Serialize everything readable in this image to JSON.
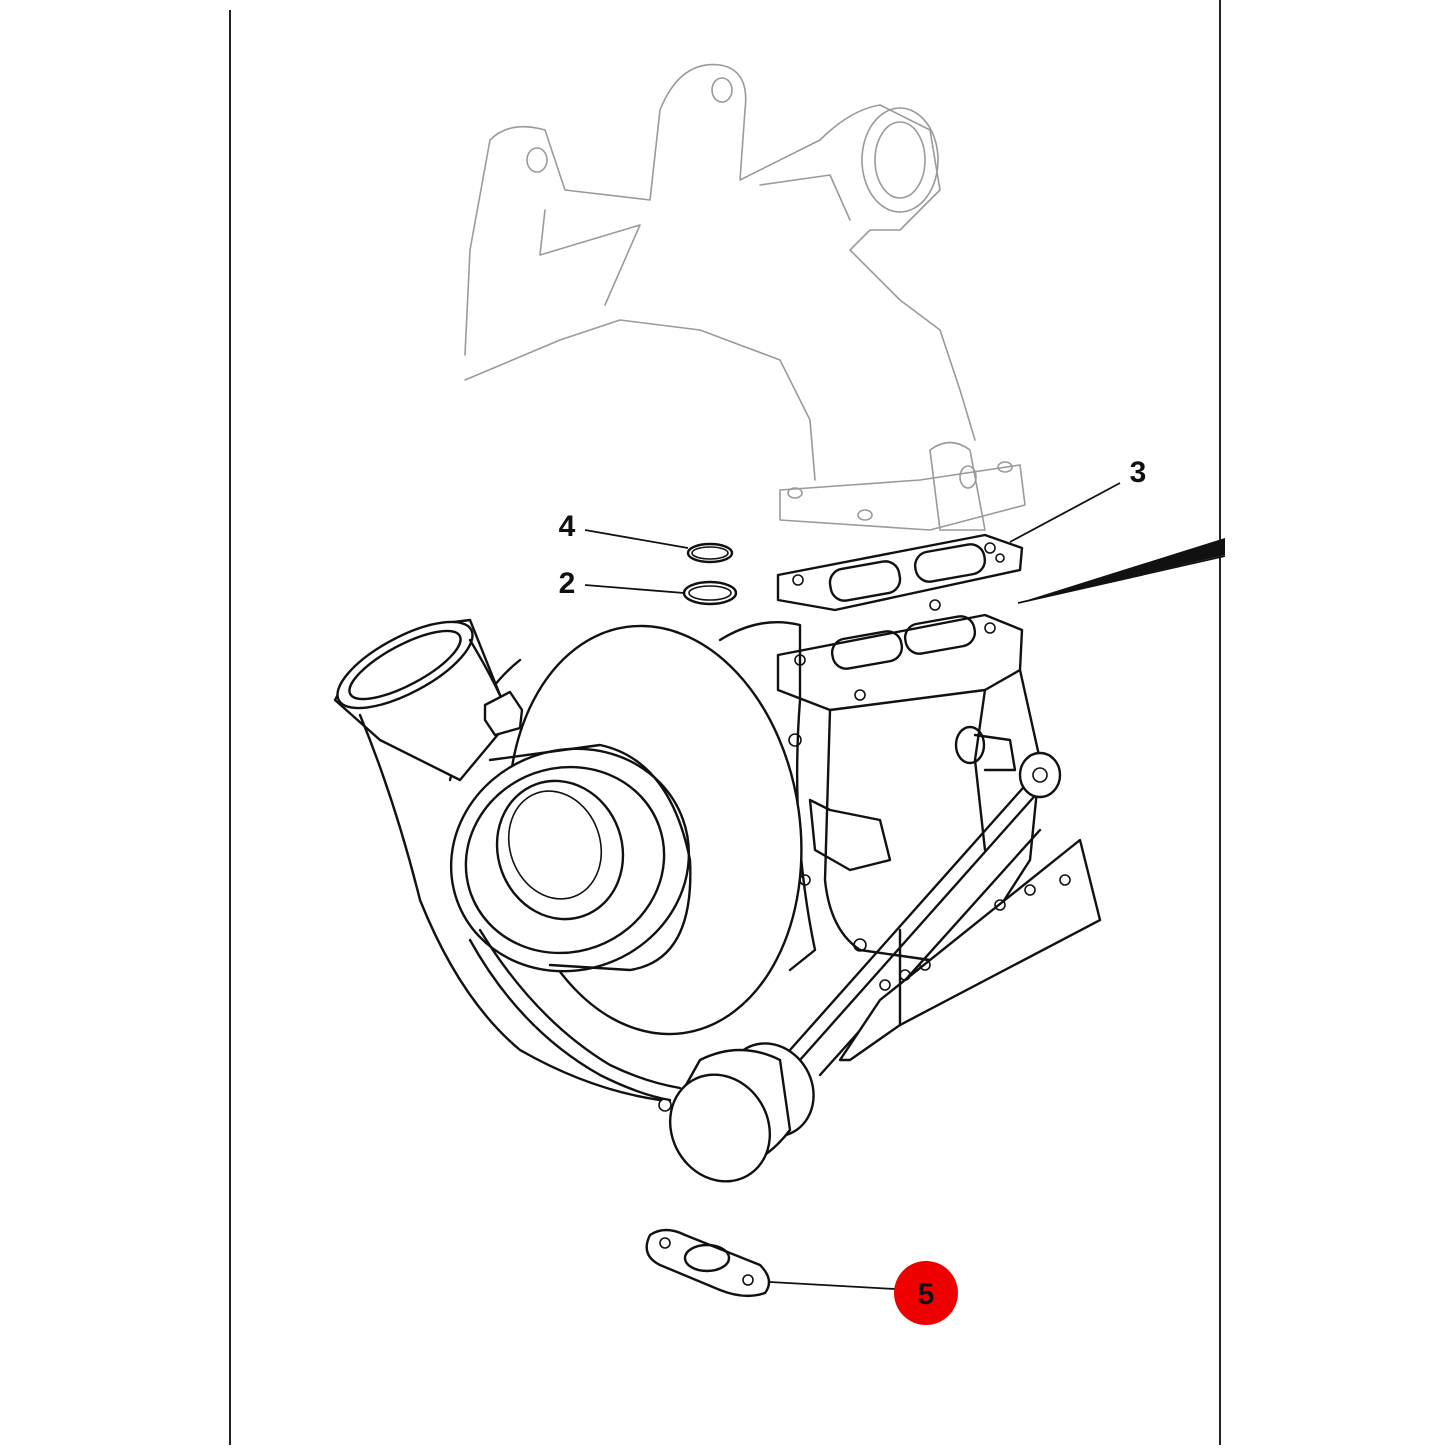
{
  "diagram": {
    "callouts": [
      {
        "id": "2",
        "label": "2"
      },
      {
        "id": "3",
        "label": "3"
      },
      {
        "id": "4",
        "label": "4"
      },
      {
        "id": "5",
        "label": "5",
        "highlighted": true
      }
    ],
    "colors": {
      "highlight": "#ee0000",
      "line": "#111111",
      "ghost": "#9a9a9a",
      "background": "#ffffff"
    }
  }
}
